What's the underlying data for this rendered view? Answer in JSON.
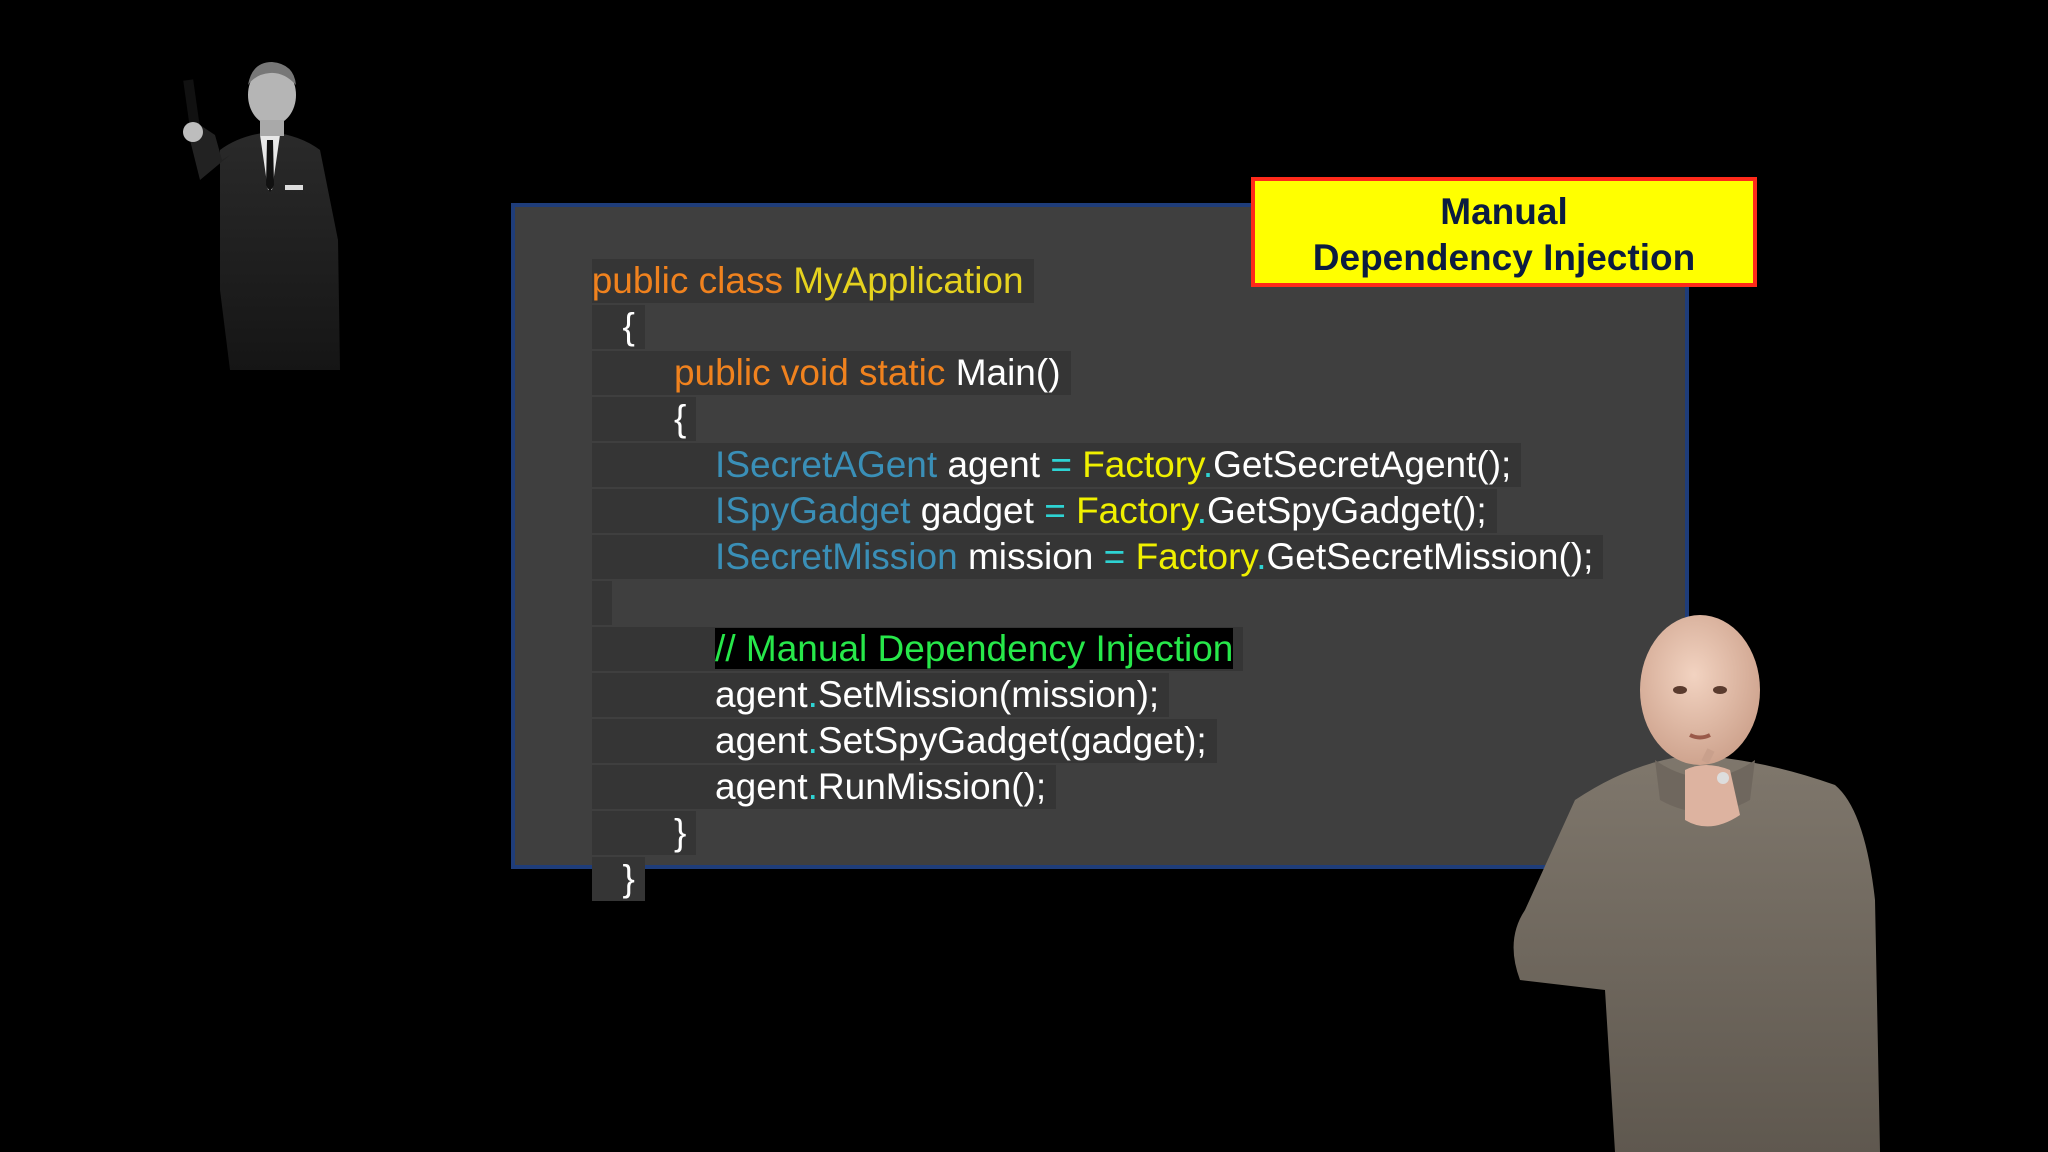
{
  "title": {
    "line1": "Manual",
    "line2": "Dependency Injection"
  },
  "code": {
    "l1": {
      "kw": "public class",
      "cls": "MyApplication"
    },
    "l2": "{",
    "l3": {
      "kw": "public void static",
      "txt": "Main()"
    },
    "l4": "{",
    "l5": {
      "type": "ISecretAGent",
      "var": "agent",
      "eq": "=",
      "fac": "Factory",
      "dot": ".",
      "call": "GetSecretAgent();"
    },
    "l6": {
      "type": "ISpyGadget",
      "var": "gadget",
      "eq": "=",
      "fac": "Factory",
      "dot": ".",
      "call": "GetSpyGadget();"
    },
    "l7": {
      "type": "ISecretMission",
      "var": "mission",
      "eq": "=",
      "fac": "Factory",
      "dot": ".",
      "call": "GetSecretMission();"
    },
    "comment": "// Manual Dependency Injection",
    "l9": {
      "obj": "agent",
      "dot": ".",
      "call": "SetMission(mission);"
    },
    "l10": {
      "obj": "agent",
      "dot": ".",
      "call": "SetSpyGadget(gadget);"
    },
    "l11": {
      "obj": "agent",
      "dot": ".",
      "call": "RunMission();"
    },
    "l12": "}",
    "l13": "}"
  },
  "colors": {
    "keyword": "#f0821e",
    "class_name": "#e6d21e",
    "type": "#3a8fb7",
    "factory": "#f0f000",
    "operator": "#2ed3d3",
    "comment": "#27e84a",
    "title_bg": "#ffff00",
    "title_border": "#ff2a1a",
    "panel_bg": "#3f3f3f"
  },
  "images": {
    "left": "spy-in-suit-photo",
    "right": "bald-villain-photo"
  }
}
